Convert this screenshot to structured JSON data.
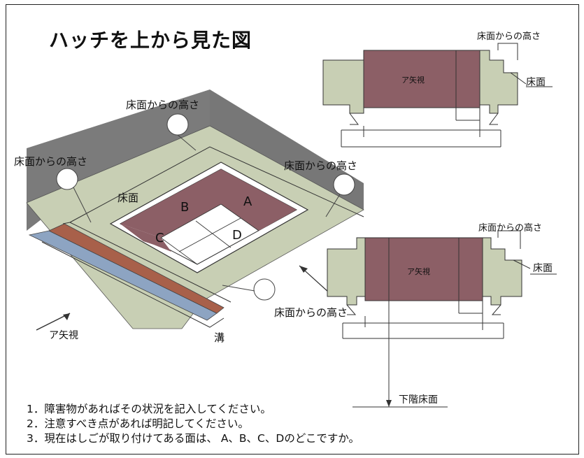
{
  "title": "ハッチを上から見た図",
  "labels": {
    "floor_height": "床面からの高さ",
    "floor_surface": "床面",
    "arrow_view": "ア矢視",
    "ditch": "溝",
    "lower_floor": "下階床面",
    "face_a": "A",
    "face_b": "B",
    "face_c": "C",
    "face_d": "D"
  },
  "notes": [
    "1．障害物があればその状況を記入してください。",
    "2．注意すべき点があれば明記してください。",
    "3．現在はしごが取り付けてある面は、 A、B、C、Dのどこですか。"
  ],
  "colors": {
    "wall": "#777777",
    "floor": "#c8cfb4",
    "hatch_wall": "#8c5f66",
    "frame": "#ffffff",
    "strip_red": "#a8604a",
    "strip_blue": "#8da4c2"
  }
}
